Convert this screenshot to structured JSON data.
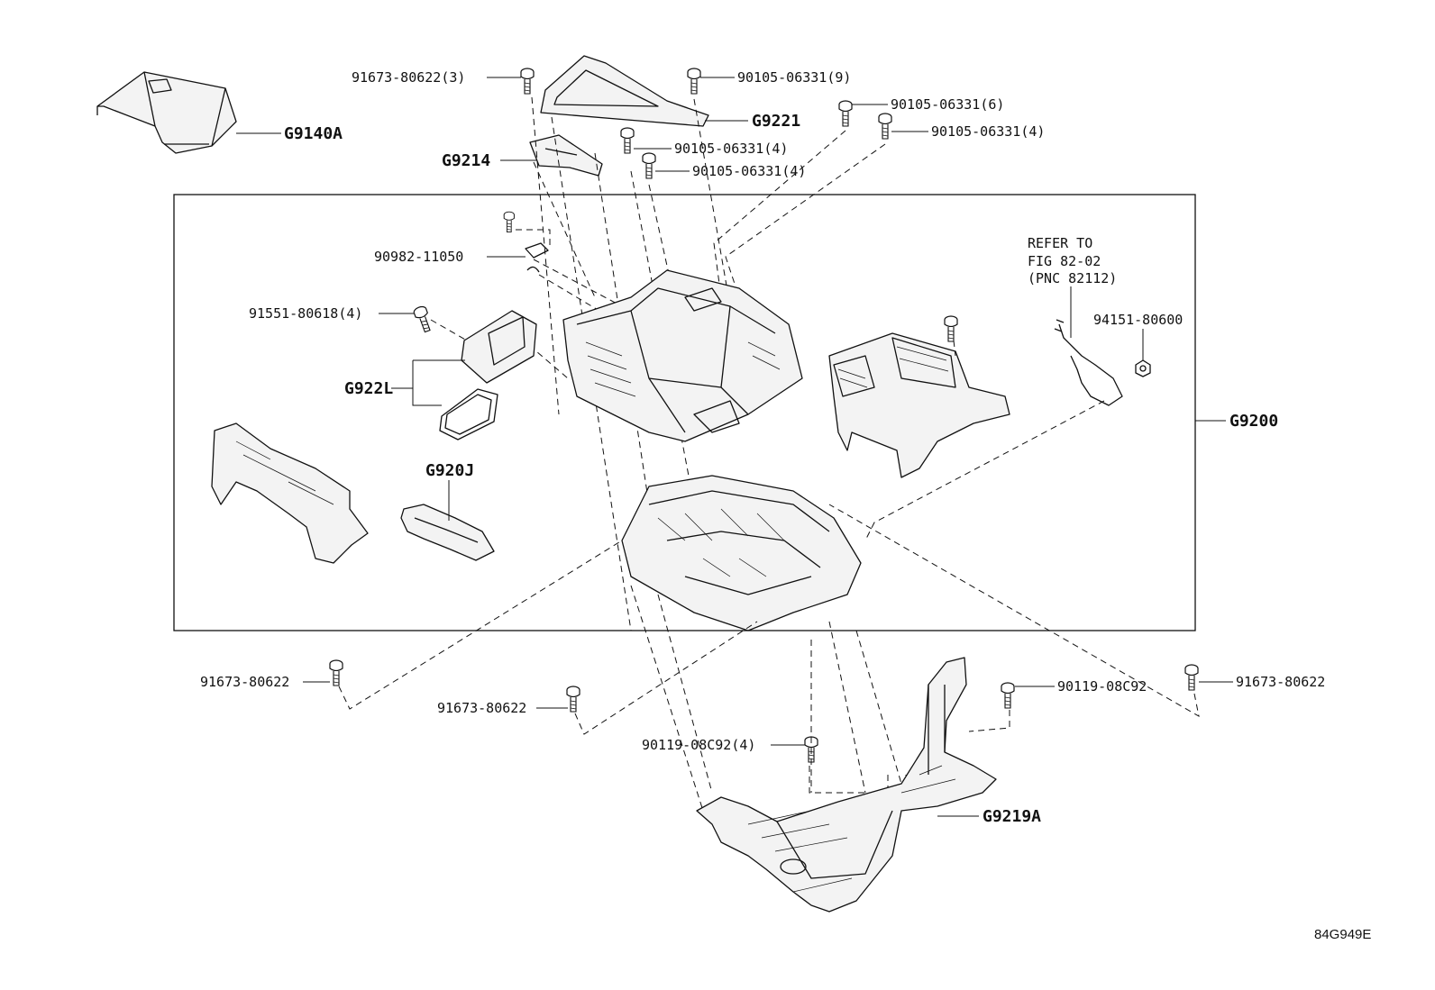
{
  "labels": {
    "bolt_91673_top": "91673-80622(3)",
    "bolt_90105_9": "90105-06331(9)",
    "bolt_90105_6": "90105-06331(6)",
    "bolt_90105_4_right": "90105-06331(4)",
    "bolt_90105_4_a": "90105-06331(4)",
    "bolt_90105_4_b": "90105-06331(4)",
    "g9221": "G9221",
    "g9214": "G9214",
    "g9140a": "G9140A",
    "clip_90982": "90982-11050",
    "screw_91551": "91551-80618(4)",
    "g922l": "G922L",
    "g920j": "G920J",
    "refer_line1": "REFER TO",
    "refer_line2": "FIG 82-02",
    "refer_line3": "(PNC 82112)",
    "nut_94151": "94151-80600",
    "g9200": "G9200",
    "bolt_91673_left": "91673-80622",
    "bolt_91673_mid": "91673-80622",
    "bolt_91673_right": "91673-80622",
    "bolt_90119_right": "90119-08C92",
    "bolt_90119_4": "90119-08C92(4)",
    "g9219a": "G9219A",
    "drawing_no": "84G949E"
  },
  "icons": [
    "bolt-icon",
    "clip-icon",
    "gasket-icon",
    "nut-icon"
  ]
}
